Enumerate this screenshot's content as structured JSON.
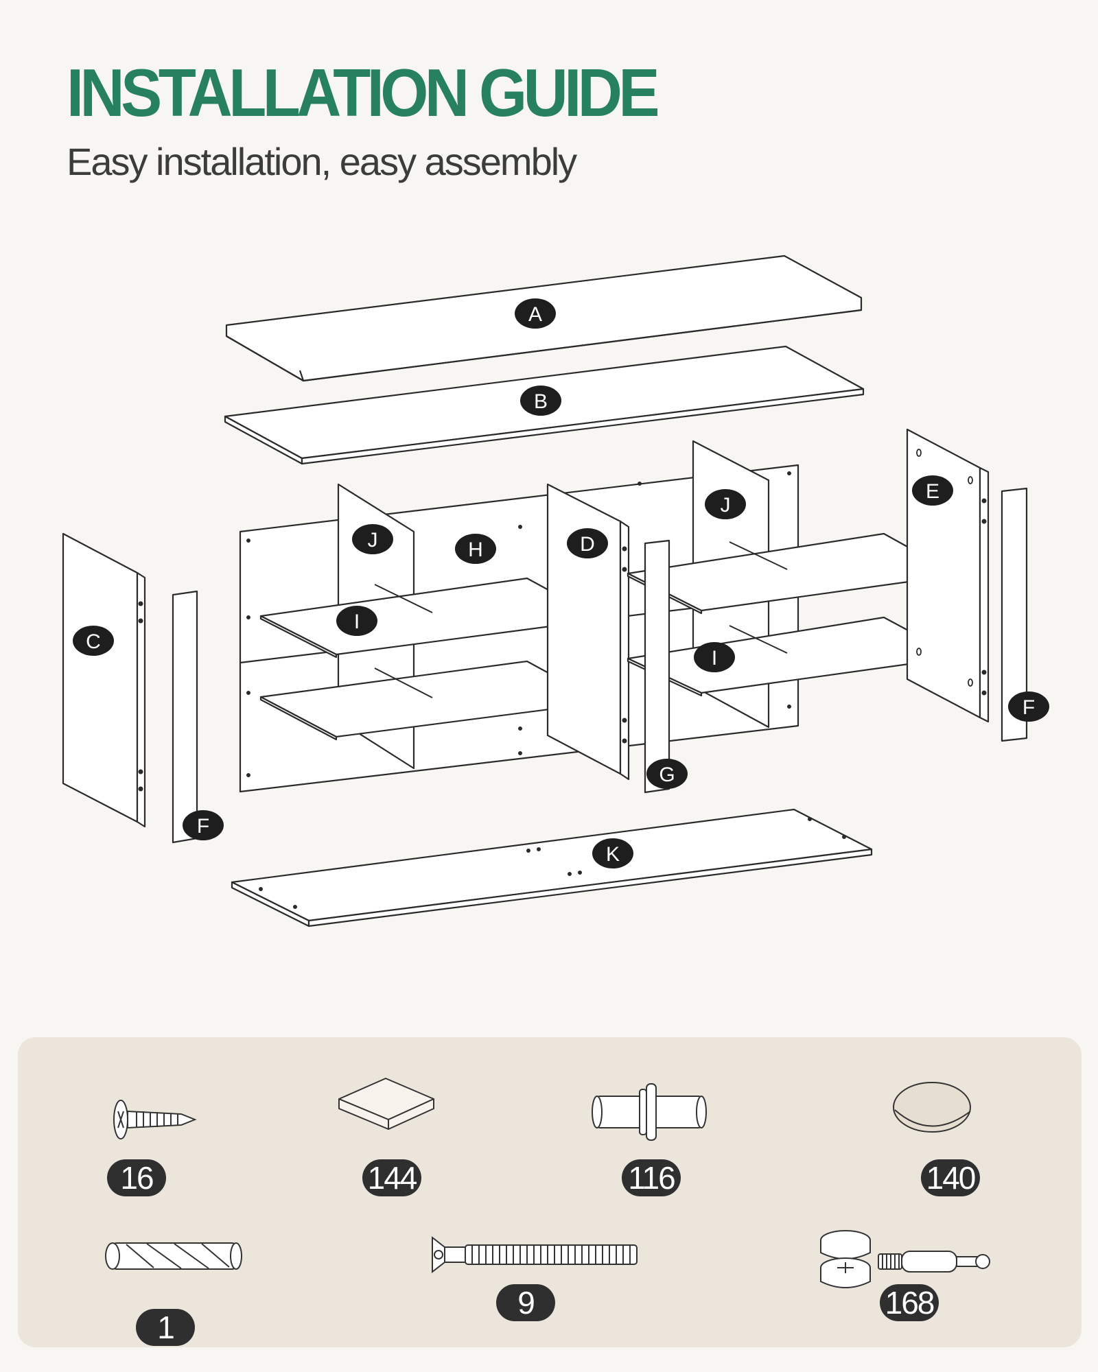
{
  "header": {
    "title": "INSTALLATION GUIDE",
    "subtitle": "Easy installation, easy assembly"
  },
  "colors": {
    "title": "#27805f",
    "subtitle": "#3c3c3c",
    "background": "#f7f6f3",
    "panel": "#ebe5dc",
    "label_bg": "#1e1e1e",
    "line": "#2a2a2a"
  },
  "panels": {
    "A": "A",
    "B": "B",
    "C": "C",
    "D": "D",
    "E": "E",
    "F1": "F",
    "F2": "F",
    "G": "G",
    "H": "H",
    "I1": "I",
    "I2": "I",
    "J1": "J",
    "J2": "J",
    "K": "K"
  },
  "hardware": [
    {
      "icon": "screw-icon",
      "qty": "16"
    },
    {
      "icon": "plate-icon",
      "qty": "144"
    },
    {
      "icon": "dowel-icon",
      "qty": "116"
    },
    {
      "icon": "pad-icon",
      "qty": "140"
    },
    {
      "icon": "wood-dowel-icon",
      "qty": "1"
    },
    {
      "icon": "long-screw-icon",
      "qty": "9"
    },
    {
      "icon": "cam-lock-icon",
      "qty": "168"
    }
  ]
}
